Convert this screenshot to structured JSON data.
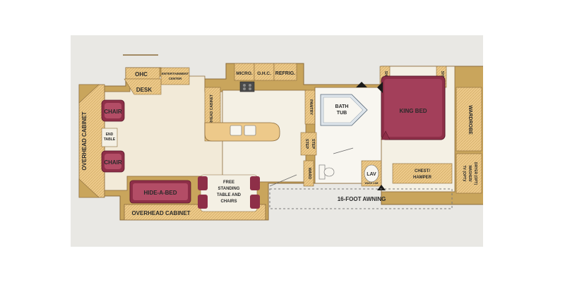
{
  "labels": {
    "ohc": "OHC",
    "entertainment_center": [
      "ENTERTAINMENT",
      "CENTER"
    ],
    "desk": "DESK",
    "micro": "MICRO.",
    "ohc2": "O.H.C.",
    "refrig": "REFRIG.",
    "overhead_cabinet_left": "OVERHEAD CABINET",
    "overhead_cabinet_kitchen": "OVERHEAD CABINET",
    "chair_top": "CHAIR",
    "end_table": [
      "END",
      "TABLE"
    ],
    "chair_bottom": "CHAIR",
    "pantry": "PANTRY",
    "bath_tub": [
      "BATH",
      "TUB"
    ],
    "shelf_left": "SHELF",
    "shelf_right": "SHELF",
    "king_bed": "KING BED",
    "wardrobe_right": "WARDROBE",
    "step_upper": "STEP",
    "step_lower": "STEP",
    "ward": "WARD",
    "lav": "LAV",
    "lav_sub": "WASH CAB",
    "chest_hamper": [
      "CHEST/",
      "HAMPER"
    ],
    "tv_washer_dryer": [
      "TV (OPT)/",
      "WASHER/",
      "DRYER (OPT)"
    ],
    "hide_a_bed": "HIDE-A-BED",
    "free_standing": [
      "FREE",
      "STANDING",
      "TABLE AND",
      "CHAIRS"
    ],
    "overhead_cabinet_bottom": "OVERHEAD CABINET",
    "awning": "16-FOOT AWNING"
  },
  "colors": {
    "background": "#e9e8e4",
    "wall": "#c9a55c",
    "wall_dark": "#8a6a3a",
    "cabinet": "#edc98a",
    "cabinet_dark": "#d9a65a",
    "floor_living": "#f2ead8",
    "floor_kitchen": "#f4f0e4",
    "floor_bath": "#f8f6f0",
    "furniture": "#8e2f48",
    "furniture_light": "#b34d66",
    "tub": "#dfe6ec"
  }
}
